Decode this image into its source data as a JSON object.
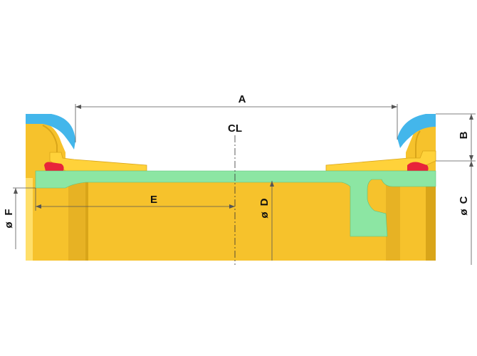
{
  "colors": {
    "body": "#F6C22C",
    "body_shadow": "#D9A519",
    "body_highlight": "#FFDF6A",
    "inner_pipe": "#8CE6A3",
    "inner_pipe_edge": "#5FBF7C",
    "seal_cap": "#43B6EB",
    "gland": "#FFD23A",
    "gasket": "#E8243A",
    "dimension_line": "#555555",
    "label": "#111111"
  },
  "labels": {
    "a": "A",
    "b": "B",
    "c": "C",
    "d": "D",
    "e": "E",
    "f": "F",
    "cl": "CL",
    "diameter_symbol": "ø"
  }
}
